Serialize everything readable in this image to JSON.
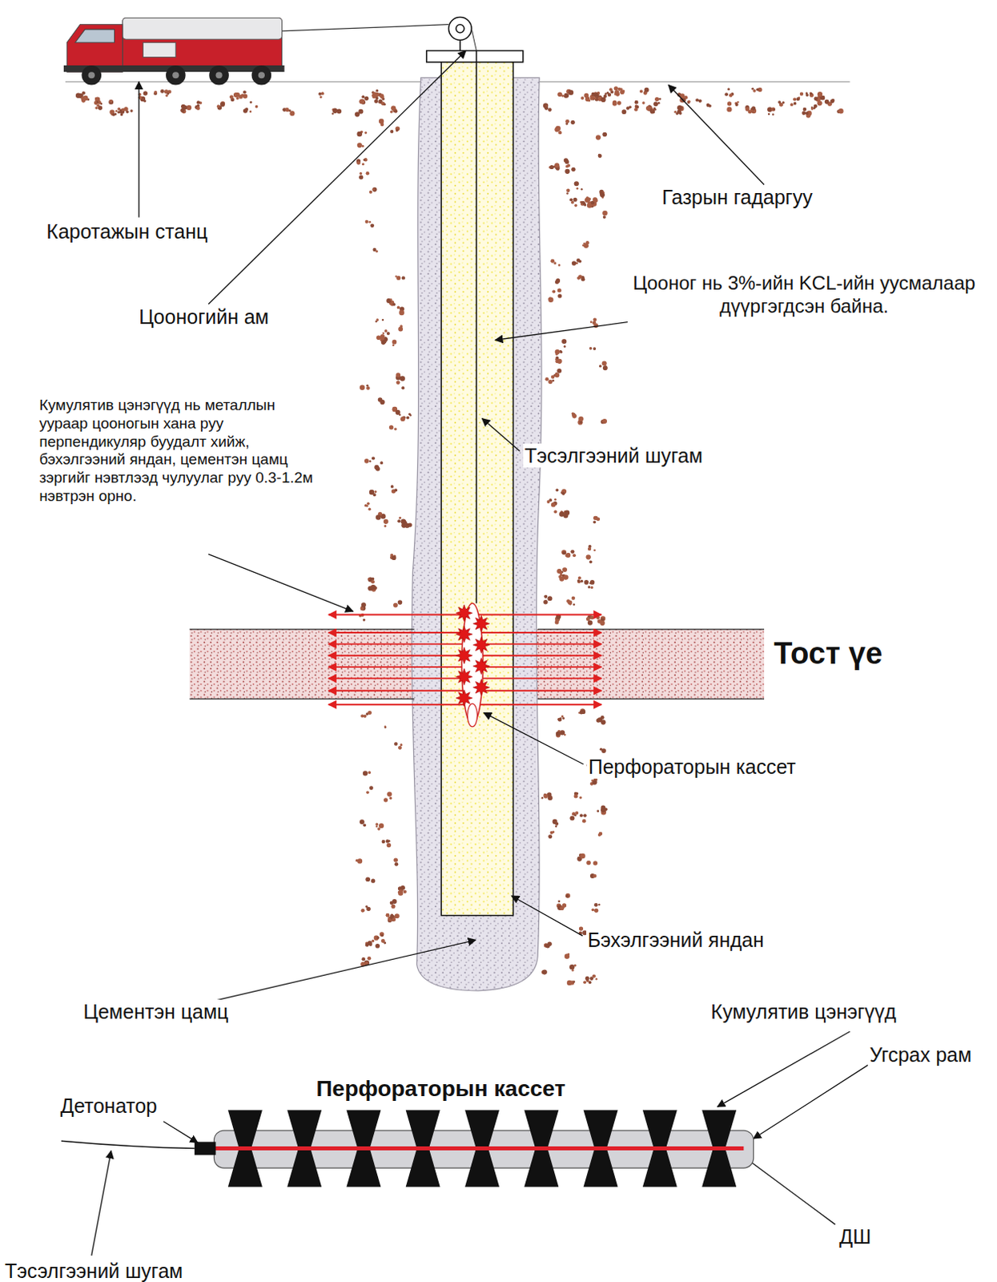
{
  "diagram": {
    "labels": [
      "Каротажын станц",
      "Газрын гадаргуу",
      "Цооногийн ам",
      "Цооног нь 3%-ийн KCL-ийн уусмалаар дүүргэгдсэн байна.",
      "Кумулятив цэнэгүүд нь металлын уураар цооногын хана руу перпендикуляр буудалт хийж, бэхэлгээний яндан, цементэн цамц зэргийг нэвтлээд чулуулаг руу 0.3-1.2м нэвтрэн орно.",
      "Тэсэлгээний шугам",
      "Тост үе",
      "Перфораторын кассет",
      "Бэхэлгээний яндан",
      "Цементэн цамц",
      "Кумулятив цэнэгүүд",
      "Перфораторын кассет",
      "Детонатор",
      "Угсрах рам",
      "ДШ",
      "Тэсэлгээний шугам"
    ]
  }
}
